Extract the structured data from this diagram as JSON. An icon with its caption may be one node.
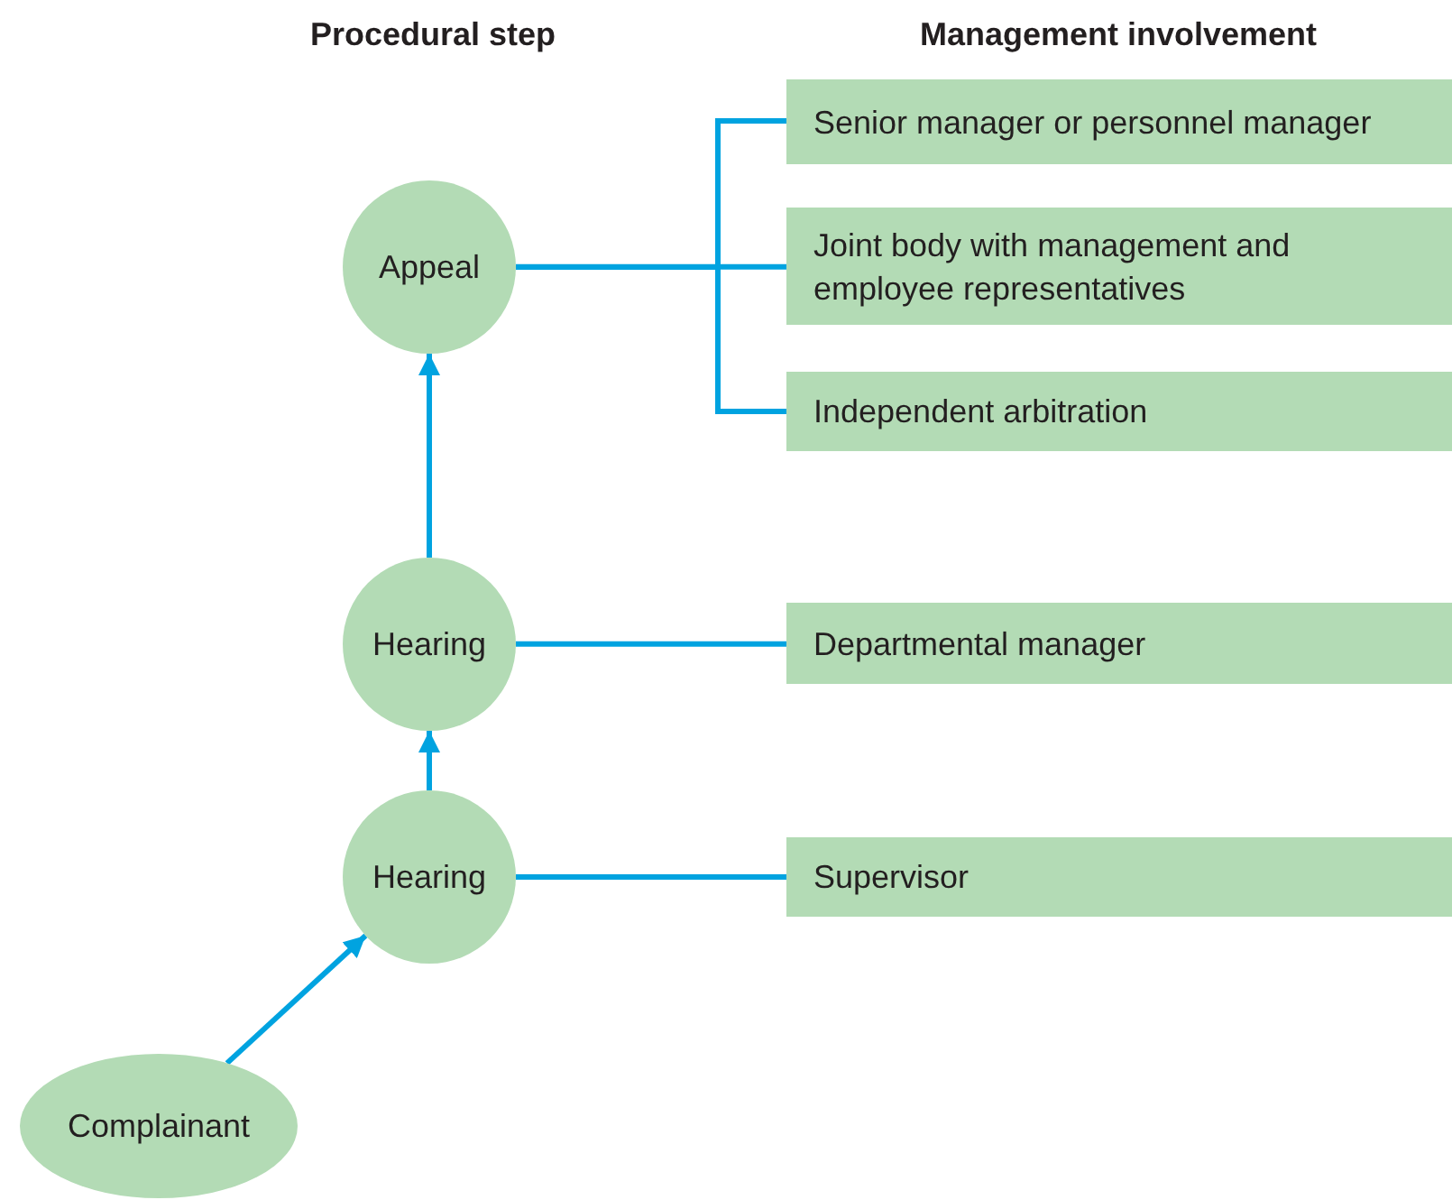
{
  "diagram": {
    "nodes": [
      {
        "text": [
          "Appeal"
        ]
      },
      {
        "text": [
          "Senior manager or personnel manager"
        ]
      },
      {
        "text": [
          "Joint body with management and employee representatives"
        ]
      },
      {
        "text": [
          "Independent arbitration"
        ]
      },
      {
        "text": [
          "Hearing"
        ]
      },
      {
        "text": [
          "Departmental manager"
        ]
      },
      {
        "text": [
          "Hearing"
        ]
      },
      {
        "text": [
          "Supervisor"
        ]
      },
      {
        "text": [
          "Complainant"
        ]
      }
    ],
    "edges": [
      {
        "from": 8,
        "to": 6,
        "arrow": "to"
      },
      {
        "from": 6,
        "to": 4,
        "arrow": "to"
      },
      {
        "from": 4,
        "to": 0,
        "arrow": "to"
      },
      {
        "from": 0,
        "to": 1,
        "arrow": "none"
      },
      {
        "from": 0,
        "to": 2,
        "arrow": "none"
      },
      {
        "from": 0,
        "to": 3,
        "arrow": "none"
      },
      {
        "from": 4,
        "to": 5,
        "arrow": "none"
      },
      {
        "from": 6,
        "to": 7,
        "arrow": "none"
      }
    ],
    "labels": [
      "Procedural step",
      "Management involvement"
    ]
  }
}
